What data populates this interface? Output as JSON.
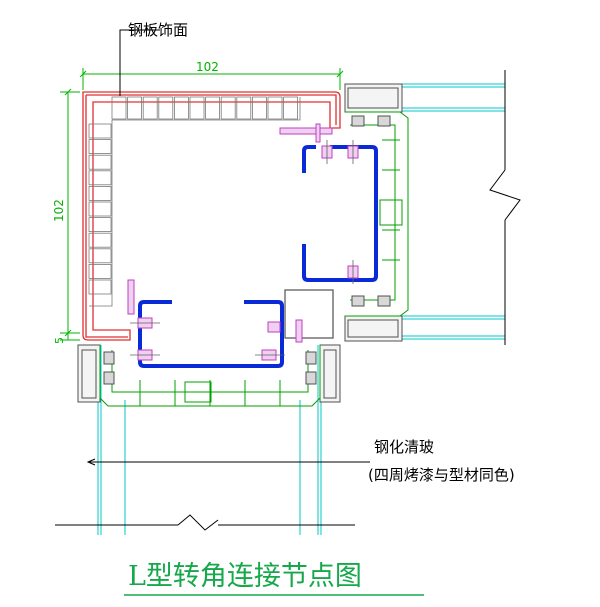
{
  "labels": {
    "steel_cladding": "钢板饰面",
    "dim_top": "102",
    "dim_left": "102",
    "dim_small": "5",
    "glass_line1": "钢化清玻",
    "glass_line2": "(四周烤漆与型材同色)",
    "title": "L型转角连接节点图"
  },
  "colors": {
    "outline": "#e03030",
    "dimension": "#00b400",
    "cyan": "#00c8c8",
    "steel_profile": "#0a2ad8",
    "bracket": "#c040c0",
    "frame": "#505050",
    "title": "#16a84a",
    "text": "#000000"
  }
}
